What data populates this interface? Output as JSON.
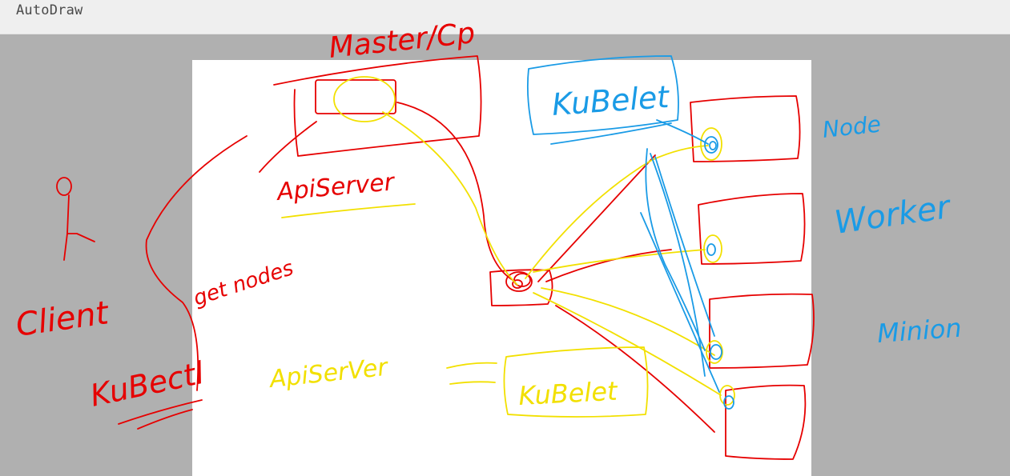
{
  "app": {
    "title": "AutoDraw"
  },
  "colors": {
    "red": "#e60000",
    "yellow": "#f2e000",
    "blue": "#1a9be6",
    "workspace": "#b0b0b0",
    "canvas": "#ffffff",
    "titlebar": "#efefef"
  },
  "labels": {
    "master": "Master/Cp",
    "kubelet_top": "KuBelet",
    "apiserver_top": "ApiServer",
    "get_nodes": "get nodes",
    "client": "Client",
    "kubectl": "KuBectl",
    "apiserver_bottom": "ApiSerVer",
    "kubelet_bottom": "KuBelet",
    "node": "Node",
    "worker": "Worker",
    "minion": "Minion"
  }
}
